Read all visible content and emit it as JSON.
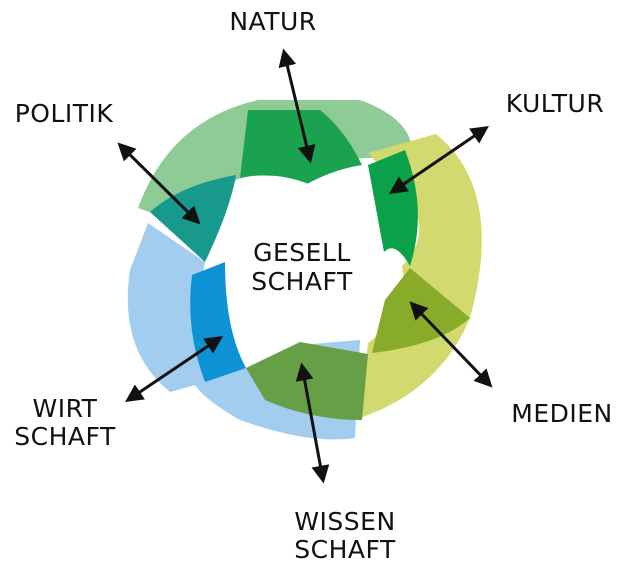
{
  "center": {
    "line1": "GESELL",
    "line2": "SCHAFT"
  },
  "labels": {
    "natur": "NATUR",
    "kultur": "KULTUR",
    "politik": "POLITIK",
    "medien": "MEDIEN",
    "wirtschaft": {
      "line1": "WIRT",
      "line2": "SCHAFT"
    },
    "wissenschaft": {
      "line1": "WISSEN",
      "line2": "SCHAFT"
    }
  },
  "colors": {
    "light_green": "#8fcb96",
    "mid_green": "#1aa24f",
    "bright_green": "#0ba04a",
    "teal": "#179a8c",
    "light_blue": "#a3cdee",
    "blue": "#0d92d6",
    "olive": "#d2da6f",
    "olive_dark": "#88ab2a",
    "dark_green": "#679f47",
    "arrow": "#111111"
  }
}
